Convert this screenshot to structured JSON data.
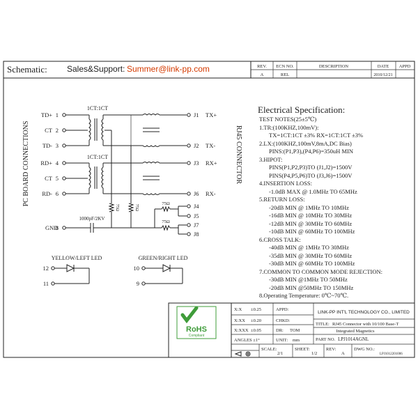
{
  "header": {
    "schematic_label": "Schematic:",
    "sales_label": "Sales&Support:",
    "sales_email": "Summer@link-pp.com",
    "rev_table": {
      "headers": [
        "REV.",
        "ECN NO.",
        "DESCRIPTION",
        "DATE",
        "APPD"
      ],
      "row": [
        "A",
        "REL",
        "",
        "2010/12/21",
        ""
      ]
    }
  },
  "schematic": {
    "side_label_left": "PC BOARD CONNECTIONS",
    "side_label_right": "RJ45 CONNECTOR",
    "ratio_top": "1CT:1CT",
    "ratio_bottom": "1CT:1CT",
    "left_pins": [
      {
        "label": "TD+",
        "num": "1"
      },
      {
        "label": "CT",
        "num": "2"
      },
      {
        "label": "TD-",
        "num": "3"
      },
      {
        "label": "RD+",
        "num": "4"
      },
      {
        "label": "CT",
        "num": "5"
      },
      {
        "label": "RD-",
        "num": "6"
      }
    ],
    "right_pins": [
      {
        "label": "J1",
        "name": "TX+"
      },
      {
        "label": "J2",
        "name": "TX-"
      },
      {
        "label": "J3",
        "name": "RX+"
      },
      {
        "label": "J6",
        "name": "RX-"
      }
    ],
    "resistor_75_a": "75Ω",
    "resistor_75_b": "75Ω",
    "resistor_75_v1": "75Ω",
    "resistor_75_v2": "75Ω",
    "jacks": [
      "J4",
      "J5",
      "J7",
      "J8"
    ],
    "cap_label": "1000pF/2KV",
    "gnd_label": "GND",
    "gnd_num": "8",
    "led_left_title": "YELLOW/LEFT LED",
    "led_left_pins": [
      "12",
      "11"
    ],
    "led_right_title": "GREEN/RIGHT LED",
    "led_right_pins": [
      "10",
      "9"
    ]
  },
  "spec": {
    "title": "Electrical Specification:",
    "lines": [
      "TEST NOTES(25±5℃)",
      "1.TR:(100KHZ,100mV):",
      "  TX=1CT:1CT ±3%      RX=1CT:1CT ±3%",
      "2.LX:(100KHZ,100mV,8mA,DC Bias)",
      "  PINS:(P1,P3),(P4,P6)=350uH MIN",
      "3.HIPOT:",
      "  PINS(P1,P2,P3)TO (J1,J2)=1500V",
      "  PINS(P4,P5,P6)TO (J3,J6)=1500V",
      "4.INSERTION LOSS:",
      "  -1.0dB MAX @ 1.0MHz TO 65MHz",
      "5.RETURN LOSS:",
      "  -20dB MIN @ 1MHz TO 10MHz",
      "  -16dB MIN @ 10MHz TO 30MHz",
      "  -12dB MIN @ 30MHz TO 60MHz",
      "  -10dB MIN @ 60MHz TO 100MHz",
      "6.CROSS TALK:",
      "  -40dB MIN @ 1MHz TO 30MHz",
      "  -35dB MIN @ 30MHz TO 60MHz",
      "  -30dB MIN @ 60MHz TO 100MHz",
      "7.COMMON TO COMMON MODE REJECTION:",
      "  -30dB MIN @1MHz TO 50MHz",
      "  -20dB MIN @50MHz TO 150MHz",
      "8.Operating Temperature: 0℃~70℃."
    ]
  },
  "title_block": {
    "rohs_text": "RoHS",
    "rohs_sub": "Compliant",
    "tol1_label": "X:X",
    "tol1_val": "±0.25",
    "tol2_label": "X:XX",
    "tol2_val": "±0.20",
    "tol3_label": "X:XXX",
    "tol3_val": "±0.05",
    "angles_label": "ANGLES ±1°",
    "appd_label": "APPD:",
    "chkd_label": "CHKD:",
    "dr_label": "DR:",
    "dr_val": "TOM",
    "unit_label": "UNIT:",
    "unit_val": "mm",
    "company": "LINK-PP INT'L TECHNOLOGY CO., LIMITED",
    "title_label": "TITLE:",
    "title_line1": "RJ45 Connector with 10/100 Base-T",
    "title_line2": "Integrated Magnetics",
    "part_label": "PART NO.",
    "part_val": "LPJ1014AGNL",
    "scale_label": "SCALE:",
    "scale_val": "2/1",
    "sheet_label": "SHEET:",
    "sheet_val": "1/2",
    "rev_label": "REV:",
    "rev_val": "A",
    "dwg_label": "DWG NO.:",
    "dwg_val": "LPJ1012201006"
  },
  "colors": {
    "line": "#222222",
    "email": "#d43a00",
    "rohs_green": "#3f9c3a"
  }
}
